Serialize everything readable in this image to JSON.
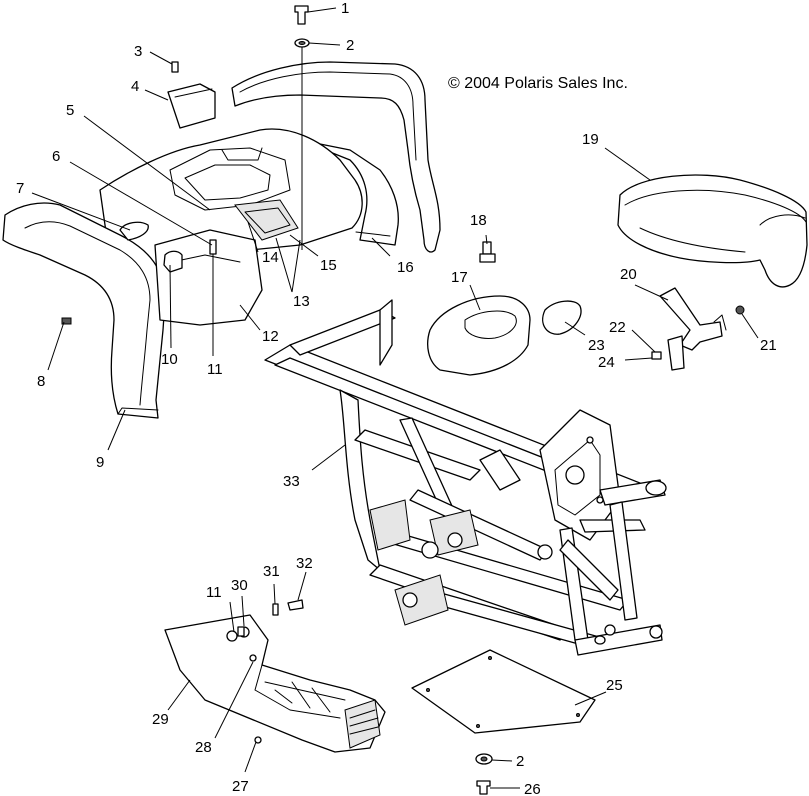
{
  "copyright": "© 2004 Polaris Sales Inc.",
  "callouts": {
    "c1": "1",
    "c2a": "2",
    "c2b": "2",
    "c3": "3",
    "c4": "4",
    "c5": "5",
    "c6": "6",
    "c7": "7",
    "c8": "8",
    "c9": "9",
    "c10": "10",
    "c11a": "11",
    "c11b": "11",
    "c12": "12",
    "c13": "13",
    "c14": "14",
    "c15": "15",
    "c16": "16",
    "c17": "17",
    "c18": "18",
    "c19": "19",
    "c20": "20",
    "c21": "21",
    "c22": "22",
    "c23": "23",
    "c24": "24",
    "c25": "25",
    "c26": "26",
    "c27": "27",
    "c28": "28",
    "c29": "29",
    "c30": "30",
    "c31": "31",
    "c32": "32",
    "c33": "33"
  }
}
